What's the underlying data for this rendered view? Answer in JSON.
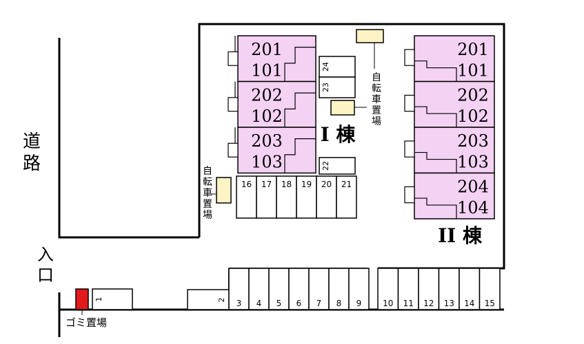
{
  "road_label": "道路",
  "entrance_label": "入口",
  "garbage_label": "ゴミ置場",
  "bike_parking_label": "自転車置場",
  "building1": {
    "name": "I 棟",
    "units": [
      {
        "upper": "201",
        "lower": "101"
      },
      {
        "upper": "202",
        "lower": "102"
      },
      {
        "upper": "203",
        "lower": "103"
      }
    ]
  },
  "building2": {
    "name": "II 棟",
    "units": [
      {
        "upper": "201",
        "lower": "101"
      },
      {
        "upper": "202",
        "lower": "102"
      },
      {
        "upper": "203",
        "lower": "103"
      },
      {
        "upper": "204",
        "lower": "104"
      }
    ]
  },
  "parking": {
    "inner_row": [
      "16",
      "17",
      "18",
      "19",
      "20",
      "21"
    ],
    "slots_24_23_22": [
      "24",
      "23",
      "22"
    ],
    "bottom_left": [
      "1",
      "2"
    ],
    "bottom_row_a": [
      "3",
      "4",
      "5",
      "6",
      "7",
      "8",
      "9"
    ],
    "bottom_row_b": [
      "10",
      "11",
      "12",
      "13",
      "14",
      "15"
    ]
  },
  "colors": {
    "unit_fill": "#f4d2f4",
    "bike_fill": "#fdf3c4",
    "garbage_fill": "#e11b1b",
    "line": "#000000"
  }
}
